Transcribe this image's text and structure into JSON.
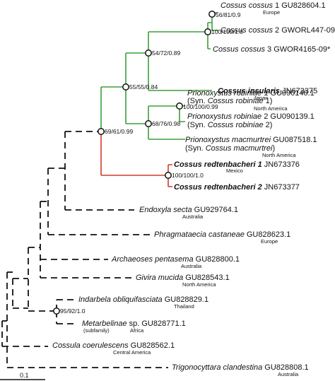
{
  "colors": {
    "ingroup": "#3aa03a",
    "redtenbacheri": "#d23a2a",
    "outgroup": "#111111"
  },
  "taxa": {
    "t1": {
      "name": "Cossus cossus",
      "suffix": " 1 GU828604.1",
      "region": "Europe"
    },
    "t2": {
      "name": "Cossus cossus",
      "suffix": " 2 GWORL447-09*"
    },
    "t3": {
      "name": "Cossus cossus",
      "suffix": " 3 GWOR4165-09*"
    },
    "t4": {
      "name": "Cossus insularis",
      "suffix": " JN673375",
      "region": "Japan"
    },
    "t5": {
      "name": "Prionoxystus robiniae",
      "suffix": " 1 GU090140.1",
      "syn_pre": "(Syn. ",
      "syn_name": "Cossus robiniae",
      "syn_post": " 1)",
      "region": "North America"
    },
    "t6": {
      "name": "Prionoxystus robiniae",
      "suffix": " 2 GU090139.1",
      "syn_pre": "(Syn. ",
      "syn_name": "Cossus robiniae",
      "syn_post": " 2)"
    },
    "t7": {
      "name": "Prionoxystus macmurtrei",
      "suffix": " GU087518.1",
      "syn_pre": "(Syn. ",
      "syn_name": "Cossus macmurtrei",
      "syn_post": ")",
      "region": "North America"
    },
    "t8": {
      "name": "Cossus redtenbacheri 1",
      "suffix": " JN673376",
      "region": "Mexico"
    },
    "t9": {
      "name": "Cossus redtenbacheri 2",
      "suffix": " JN673377"
    },
    "t10": {
      "name": "Endoxyla secta",
      "suffix": " GU929764.1",
      "region": "Australia"
    },
    "t11": {
      "name": "Phragmataecia castaneae",
      "suffix": " GU828623.1",
      "region": "Europe"
    },
    "t12": {
      "name": "Archaeoses pentasema",
      "suffix": " GU828800.1",
      "region": "Australia"
    },
    "t13": {
      "name": "Givira mucida",
      "suffix": " GU828543.1",
      "region": "North America"
    },
    "t14": {
      "name": "Indarbela obliquifasciata",
      "suffix": " GU828829.1",
      "region": "Thailand"
    },
    "t15": {
      "name": "Metarbelinae",
      "suffix": " sp. GU828771.1",
      "note": "(subfamily)",
      "region": "Africa"
    },
    "t16": {
      "name": "Cossula coerulescens",
      "suffix": " GU828562.1",
      "region": "Central America"
    },
    "t17": {
      "name": "Trigonocyttara clandestina",
      "suffix": " GU828808.1",
      "region": "Australia"
    }
  },
  "supports": {
    "cossus_cossus_12": "56/81/0.9",
    "cossus_cossus_all": "100/100/1.0",
    "cossus_group": "54/72/0.89",
    "prionoxystus_robiniae": "100/100/0.99",
    "prionoxystus": "68/76/0.98",
    "ingroup": "55/55/0.84",
    "cossus_prionoxystus": "69/61/0.99",
    "redtenbacheri": "100/100/1.0",
    "indarbela_metarbelinae": "95/92/1.0"
  },
  "scale_bar": {
    "label": "0.1"
  }
}
